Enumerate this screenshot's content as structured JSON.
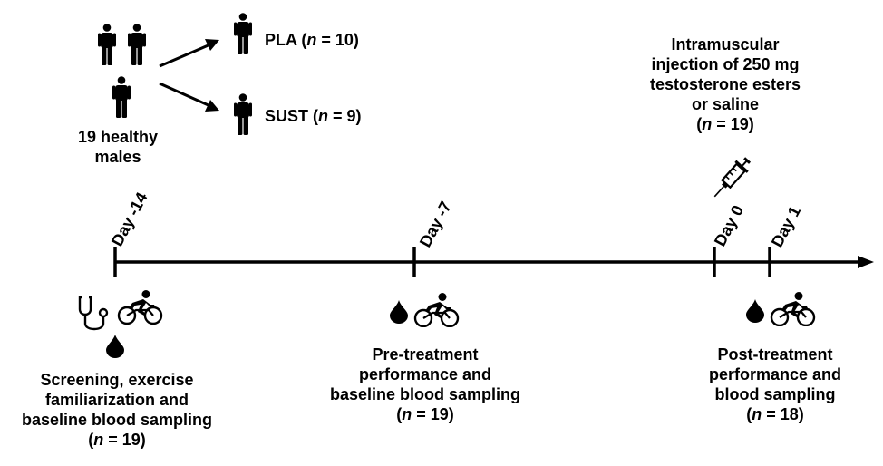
{
  "participants": {
    "total_line1": "19 healthy",
    "total_line2": "males",
    "group_a_label": "PLA",
    "group_a_n": "10",
    "group_b_label": "SUST",
    "group_b_n": "9",
    "n_symbol": "n",
    "equals": " = "
  },
  "injection": {
    "line1": "Intramuscular",
    "line2": "injection of 250 mg",
    "line3": "testosterone esters",
    "line4": "or saline",
    "n": "19"
  },
  "timeline": {
    "days": [
      "Day -14",
      "Day -7",
      "Day 0",
      "Day 1"
    ]
  },
  "events": {
    "screening": {
      "line1": "Screening, exercise",
      "line2": "familiarization and",
      "line3": "baseline blood sampling",
      "n": "19"
    },
    "pre": {
      "line1": "Pre-treatment",
      "line2": "performance and",
      "line3": "baseline blood sampling",
      "n": "19"
    },
    "post": {
      "line1": "Post-treatment",
      "line2": "performance and",
      "line3": "blood sampling",
      "n": "18"
    }
  },
  "icons": [
    "person-icon",
    "arrow-icon",
    "syringe-icon",
    "stethoscope-icon",
    "blood-drop-icon",
    "cyclist-icon"
  ]
}
